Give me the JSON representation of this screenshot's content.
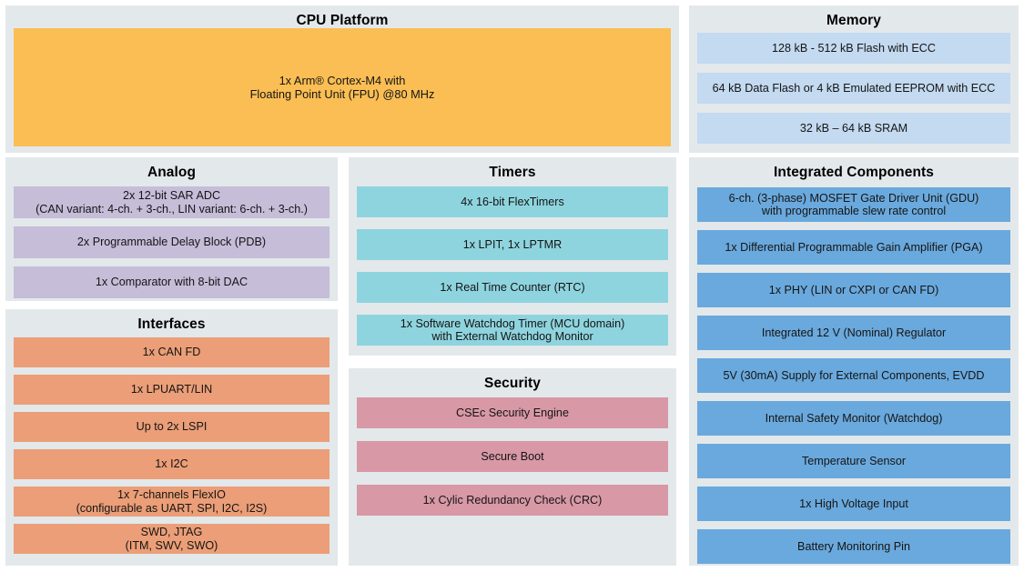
{
  "diagram": {
    "background": "#ffffff",
    "panel_background": "#e3e8eb",
    "panels": [
      {
        "id": "cpu",
        "title": "CPU Platform",
        "color": "#fabe54",
        "blocks": [
          "1x Arm® Cortex-M4 with\nFloating Point Unit (FPU) @80 MHz"
        ]
      },
      {
        "id": "memory",
        "title": "Memory",
        "color": "#c3daf0",
        "blocks": [
          "128 kB - 512 kB Flash with ECC",
          "64 kB Data Flash or 4 kB Emulated EEPROM with ECC",
          "32 kB – 64 kB SRAM"
        ]
      },
      {
        "id": "analog",
        "title": "Analog",
        "color": "#c6bdd9",
        "blocks": [
          "2x 12-bit SAR ADC\n(CAN variant: 4-ch. + 3-ch., LIN variant: 6-ch. + 3-ch.)",
          "2x Programmable Delay Block (PDB)",
          "1x Comparator with 8-bit DAC"
        ]
      },
      {
        "id": "interfaces",
        "title": "Interfaces",
        "color": "#eb9e77",
        "blocks": [
          "1x CAN FD",
          "1x LPUART/LIN",
          "Up to 2x LSPI",
          "1x I2C",
          "1x 7-channels FlexIO\n(configurable as UART, SPI, I2C, I2S)",
          "SWD, JTAG\n(ITM, SWV, SWO)"
        ]
      },
      {
        "id": "timers",
        "title": "Timers",
        "color": "#8ed4de",
        "blocks": [
          "4x 16-bit FlexTimers",
          "1x LPIT, 1x LPTMR",
          "1x Real Time Counter (RTC)",
          "1x Software Watchdog Timer (MCU domain)\nwith External Watchdog Monitor"
        ]
      },
      {
        "id": "security",
        "title": "Security",
        "color": "#d898a6",
        "blocks": [
          "CSEc Security Engine",
          "Secure Boot",
          "1x Cylic Redundancy Check (CRC)"
        ]
      },
      {
        "id": "integrated",
        "title": "Integrated Components",
        "color": "#6aa9dd",
        "blocks": [
          "6-ch. (3-phase) MOSFET Gate Driver Unit (GDU)\nwith programmable slew rate control",
          "1x Differential Programmable Gain Amplifier (PGA)",
          "1x PHY (LIN or CXPI or CAN FD)",
          "Integrated 12 V (Nominal) Regulator",
          "5V (30mA) Supply for External Components, EVDD",
          "Internal Safety Monitor (Watchdog)",
          "Temperature Sensor",
          "1x High Voltage Input",
          "Battery Monitoring Pin"
        ]
      }
    ]
  }
}
